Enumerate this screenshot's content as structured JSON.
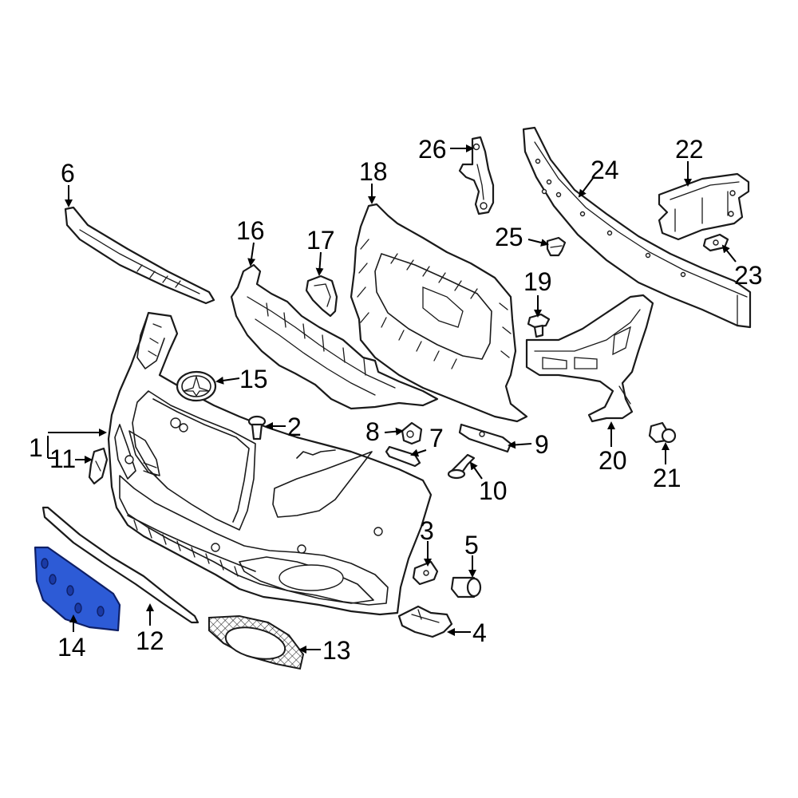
{
  "diagram": {
    "highlight_color": "#2d5bd6",
    "callouts": {
      "c1": "1",
      "c2": "2",
      "c3": "3",
      "c4": "4",
      "c5": "5",
      "c6": "6",
      "c7": "7",
      "c8": "8",
      "c9": "9",
      "c10": "10",
      "c11": "11",
      "c12": "12",
      "c13": "13",
      "c14": "14",
      "c15": "15",
      "c16": "16",
      "c17": "17",
      "c18": "18",
      "c19": "19",
      "c20": "20",
      "c21": "21",
      "c22": "22",
      "c23": "23",
      "c24": "24",
      "c25": "25",
      "c26": "26"
    },
    "highlighted_part": "14"
  }
}
